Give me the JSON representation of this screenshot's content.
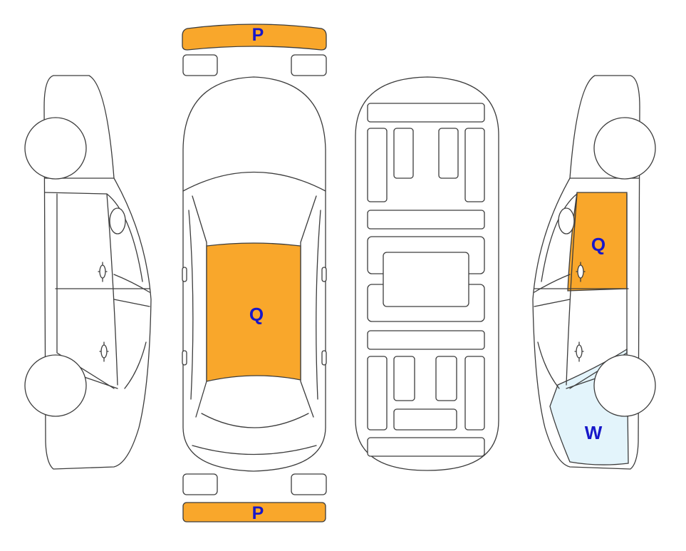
{
  "colors": {
    "damage_orange": "#F9A72B",
    "damage_light_blue": "#E3F4FB",
    "label_blue": "#1717C9",
    "outline": "#3C3C3C"
  },
  "marks": {
    "front_bumper": "P",
    "rear_bumper": "P",
    "roof": "Q",
    "right_front_door": "Q",
    "right_front_fender": "W"
  }
}
